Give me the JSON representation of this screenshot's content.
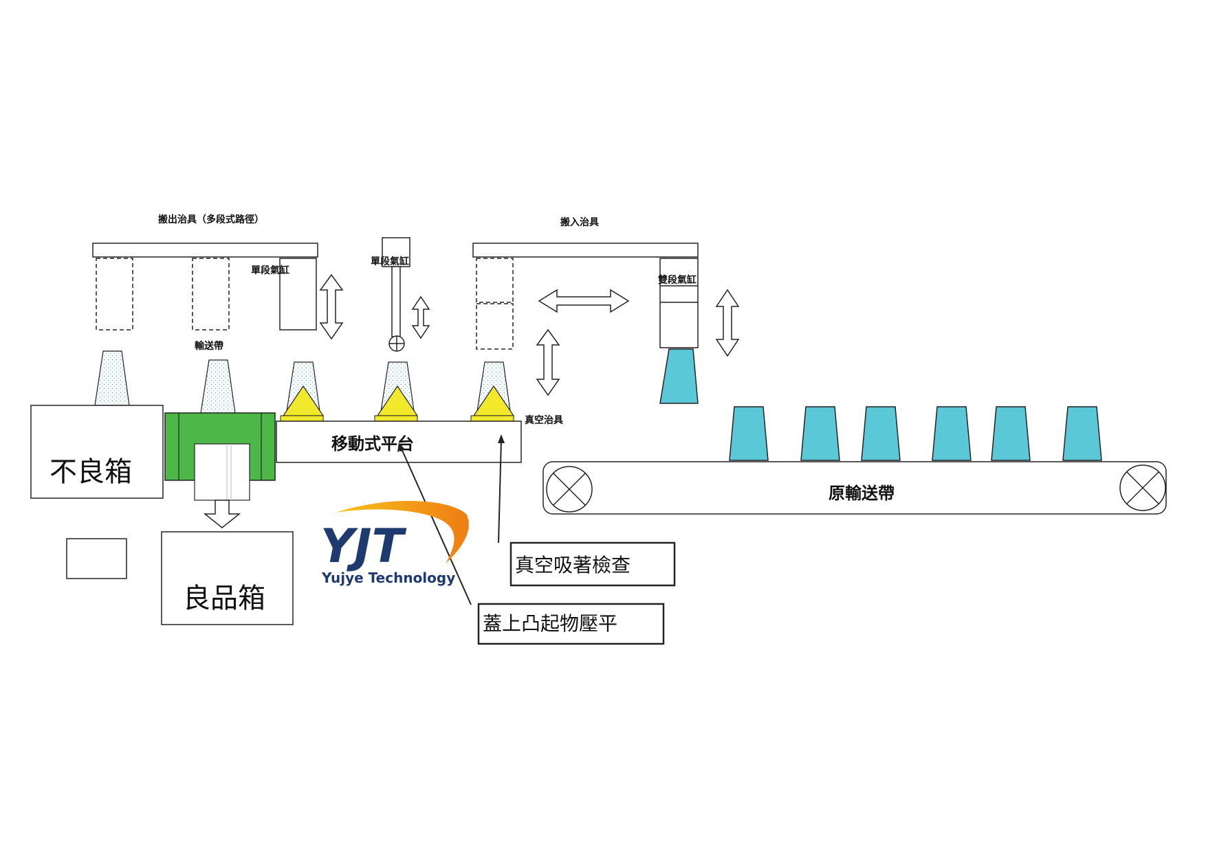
{
  "labels": {
    "unload_jig": "搬出治具（多段式路徑）",
    "load_jig": "搬入治具",
    "single_cylinder_left": "單段氣缸",
    "single_cylinder_mid": "單段氣缸",
    "double_cylinder": "雙段氣缸",
    "conveyor": "輸送帶",
    "vacuum_jig": "真空治具",
    "mobile_platform": "移動式平台",
    "original_conveyor": "原輸送帶",
    "reject_bin": "不良箱",
    "good_bin": "良品箱",
    "vacuum_check": "真空吸著檢查",
    "cap_flatten": "蓋上凸起物壓平"
  },
  "logo": {
    "mark": "YJT",
    "company": "Yujye Technology"
  },
  "colors": {
    "cup_fill": "#5bc8d8",
    "green_conveyor": "#4db848",
    "yellow_cap": "#f2e92c",
    "logo_orange": "#f28c1a",
    "logo_navy": "#1e3a6e"
  },
  "counts": {
    "cups_on_original_conveyor": 6
  }
}
